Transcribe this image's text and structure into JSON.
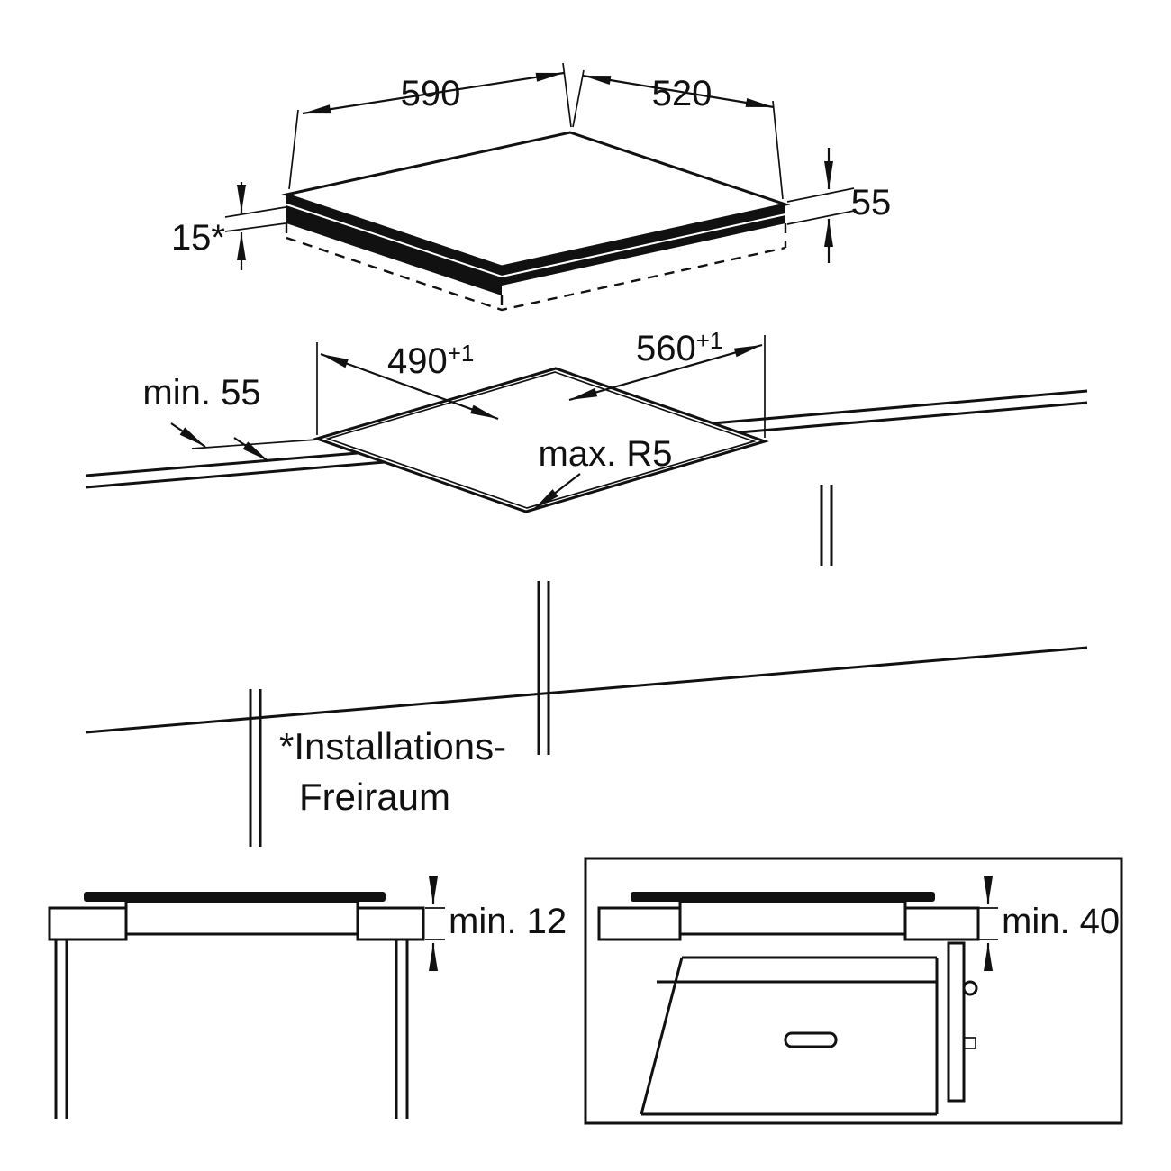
{
  "drawing": {
    "kind": "hob-installation-dimension-diagram",
    "background": "#ffffff",
    "line_color": "#111111"
  },
  "hob": {
    "width_label": "590",
    "depth_label": "520",
    "bottom_clearance_label": "15*",
    "height_label": "55"
  },
  "cutout": {
    "depth_base": "490",
    "depth_tolerance": "+1",
    "width_base": "560",
    "width_tolerance": "+1",
    "front_distance_label": "min. 55",
    "corner_radius_label": "max. R5"
  },
  "notes": {
    "clearance_line1": "*Installations-",
    "clearance_line2": "Freiraum"
  },
  "side_views": {
    "worktop_min_thickness_label": "min. 12",
    "oven_clearance_label": "min. 40"
  }
}
